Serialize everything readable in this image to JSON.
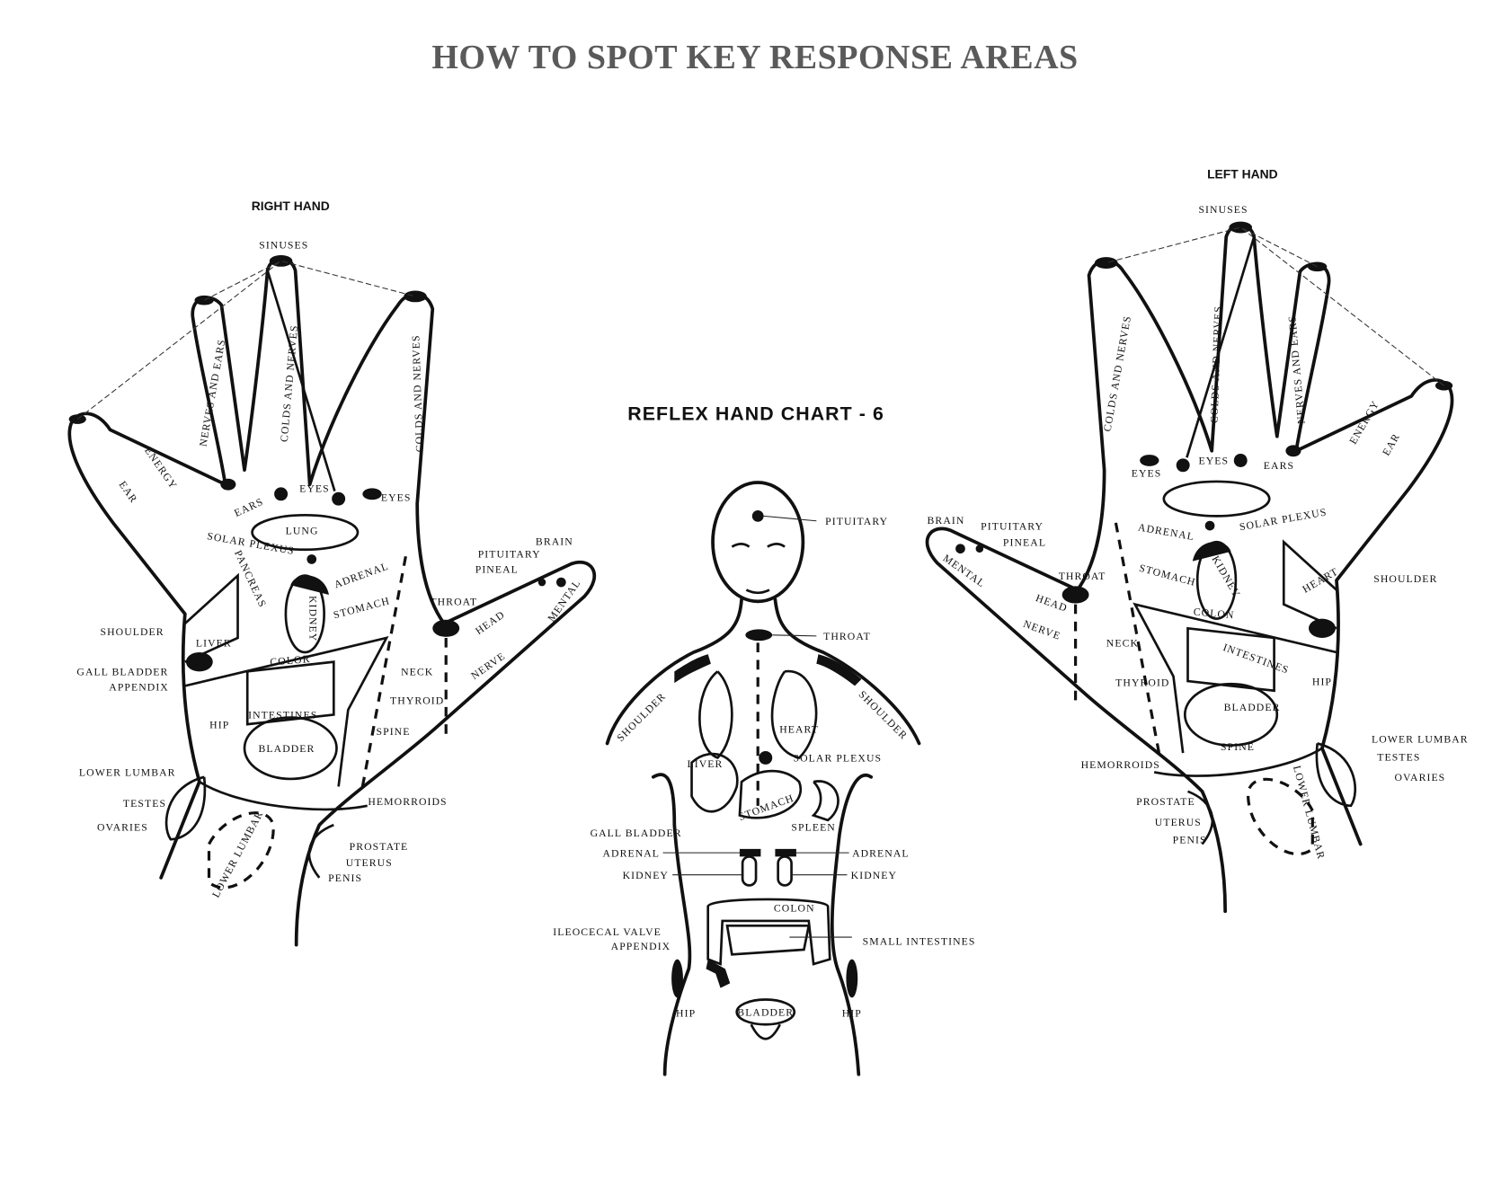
{
  "title": "HOW TO SPOT KEY RESPONSE AREAS",
  "right_hand": {
    "heading": "RIGHT HAND",
    "labels": [
      "SINUSES",
      "NERVES AND EARS",
      "COLDS AND NERVES",
      "COLDS AND NERVES",
      "ENERGY",
      "EAR",
      "EARS",
      "EYES",
      "EYES",
      "LUNG",
      "SOLAR PLEXUS",
      "PANCREAS",
      "ADRENAL",
      "KIDNEY",
      "STOMACH",
      "THROAT",
      "BRAIN",
      "PITUITARY",
      "PINEAL",
      "MENTAL",
      "HEAD",
      "NERVE",
      "SHOULDER",
      "LIVER",
      "COLOR",
      "GALL BLADDER",
      "APPENDIX",
      "NECK",
      "THYROID",
      "INTESTINES",
      "HIP",
      "SPINE",
      "BLADDER",
      "LOWER LUMBAR",
      "TESTES",
      "OVARIES",
      "HEMORROIDS",
      "LOWER LUMBAR",
      "PROSTATE",
      "UTERUS",
      "PENIS"
    ]
  },
  "center": {
    "heading": "REFLEX HAND CHART - 6",
    "labels": [
      "PITUITARY",
      "THROAT",
      "SHOULDER",
      "SHOULDER",
      "HEART",
      "LIVER",
      "SOLAR PLEXUS",
      "STOMACH",
      "SPLEEN",
      "GALL BLADDER",
      "ADRENAL",
      "ADRENAL",
      "KIDNEY",
      "KIDNEY",
      "COLON",
      "ILEOCECAL VALVE",
      "APPENDIX",
      "SMALL INTESTINES",
      "HIP",
      "BLADDER",
      "HIP"
    ]
  },
  "left_hand": {
    "heading": "LEFT HAND",
    "labels": [
      "SINUSES",
      "COLDS AND NERVES",
      "COLDS AND NERVES",
      "NERVES AND EARS",
      "ENERGY",
      "EAR",
      "EYES",
      "EYES",
      "EARS",
      "ADRENAL",
      "SOLAR PLEXUS",
      "BRAIN",
      "PITUITARY",
      "PINEAL",
      "MENTAL",
      "THROAT",
      "STOMACH",
      "KIDNEY",
      "HEART",
      "SHOULDER",
      "HEAD",
      "NERVE",
      "COLON",
      "NECK",
      "INTESTINES",
      "THYROID",
      "HIP",
      "BLADDER",
      "SPINE",
      "LOWER LUMBAR",
      "HEMORROIDS",
      "TESTES",
      "OVARIES",
      "PROSTATE",
      "UTERUS",
      "PENIS",
      "LOWER LUMBAR"
    ]
  }
}
